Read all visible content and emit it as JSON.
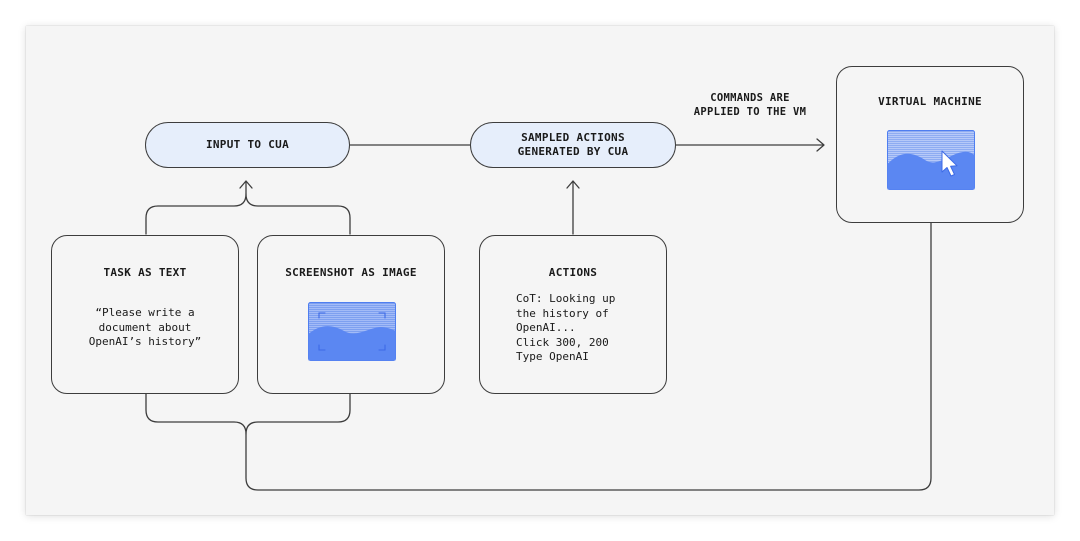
{
  "nodes": {
    "input_to_cua": "INPUT TO CUA",
    "sampled_actions": "SAMPLED ACTIONS\nGENERATED BY CUA",
    "virtual_machine": "VIRTUAL MACHINE",
    "task_as_text": {
      "title": "TASK AS TEXT",
      "body": "“Please write a\ndocument about\nOpenAI’s history”"
    },
    "screenshot_as_image": {
      "title": "SCREENSHOT AS IMAGE"
    },
    "actions": {
      "title": "ACTIONS",
      "body": "CoT: Looking up\nthe history of\nOpenAI...\nClick 300, 200\nType OpenAI"
    }
  },
  "edge_labels": {
    "commands": "COMMANDS ARE\nAPPLIED TO THE VM"
  },
  "colors": {
    "pill_fill": "#e6eefb",
    "stroke": "#3d3d3d",
    "screen_blue": "#5b87f2",
    "screen_light": "#93b2f6"
  },
  "icons": {
    "cursor": "cursor-arrow-icon",
    "image": "image-placeholder-icon"
  }
}
